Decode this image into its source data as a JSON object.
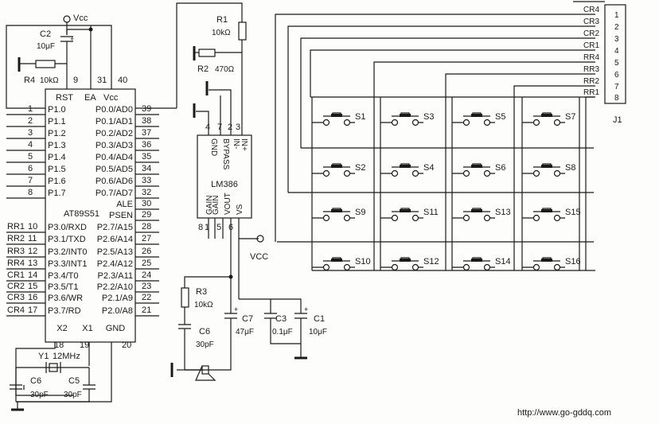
{
  "mcu": {
    "name": "AT89S51",
    "top_pins": [
      {
        "label": "RST",
        "num": "9"
      },
      {
        "label": "EA",
        "num": "31"
      },
      {
        "label": "Vcc",
        "num": "40"
      }
    ],
    "left_pins": [
      {
        "label": "P1.0",
        "num": "1"
      },
      {
        "label": "P1.1",
        "num": "2"
      },
      {
        "label": "P1.2",
        "num": "3"
      },
      {
        "label": "P1.3",
        "num": "4"
      },
      {
        "label": "P1.4",
        "num": "5"
      },
      {
        "label": "P1.5",
        "num": "6"
      },
      {
        "label": "P1.6",
        "num": "7"
      },
      {
        "label": "P1.7",
        "num": "8"
      },
      {
        "label": "P3.0/RXD",
        "num": "10",
        "net": "RR1"
      },
      {
        "label": "P3.1/TXD",
        "num": "11",
        "net": "RR2"
      },
      {
        "label": "P3.2/INT0",
        "num": "12",
        "net": "RR3"
      },
      {
        "label": "P3.3/INT1",
        "num": "13",
        "net": "RR4"
      },
      {
        "label": "P3.4/T0",
        "num": "14",
        "net": "CR1"
      },
      {
        "label": "P3.5/T1",
        "num": "15",
        "net": "CR2"
      },
      {
        "label": "P3.6/WR",
        "num": "16",
        "net": "CR3"
      },
      {
        "label": "P3.7/RD",
        "num": "17",
        "net": "CR4"
      }
    ],
    "right_pins": [
      {
        "label": "P0.0/AD0",
        "num": "39"
      },
      {
        "label": "P0.1/AD1",
        "num": "38"
      },
      {
        "label": "P0.2/AD2",
        "num": "37"
      },
      {
        "label": "P0.3/AD3",
        "num": "36"
      },
      {
        "label": "P0.4/AD4",
        "num": "35"
      },
      {
        "label": "P0.5/AD5",
        "num": "34"
      },
      {
        "label": "P0.6/AD6",
        "num": "33"
      },
      {
        "label": "P0.7/AD7",
        "num": "32"
      },
      {
        "label": "ALE",
        "num": "30"
      },
      {
        "label": "PSEN",
        "num": "29"
      },
      {
        "label": "P2.7/A15",
        "num": "28"
      },
      {
        "label": "P2.6/A14",
        "num": "27"
      },
      {
        "label": "P2.5/A13",
        "num": "26"
      },
      {
        "label": "P2.4/A12",
        "num": "25"
      },
      {
        "label": "P2.3/A11",
        "num": "24"
      },
      {
        "label": "P2.2/A10",
        "num": "23"
      },
      {
        "label": "P2.1/A9",
        "num": "22"
      },
      {
        "label": "P2.0/A8",
        "num": "21"
      }
    ],
    "bottom_pins": [
      {
        "label": "X2",
        "num": "18"
      },
      {
        "label": "X1",
        "num": "19"
      },
      {
        "label": "GND",
        "num": "20"
      }
    ]
  },
  "amp": {
    "name": "LM386",
    "top_pins": [
      {
        "label": "GND",
        "num": "4"
      },
      {
        "label": "BYPASS",
        "num": "7"
      },
      {
        "label": "IN-",
        "num": "2"
      },
      {
        "label": "IN+",
        "num": "3"
      }
    ],
    "bottom_pins": [
      {
        "label": "GAIN",
        "num": "8"
      },
      {
        "label": "GAIN",
        "num": "1"
      },
      {
        "label": "VOUT",
        "num": "5"
      },
      {
        "label": "VS",
        "num": "6"
      }
    ]
  },
  "labels": {
    "vcc_top": "Vcc",
    "vcc_amp": "VCC",
    "c2": "C2",
    "c2_val": "10μF",
    "r4": "R4",
    "r4_val": "10kΩ",
    "r1": "R1",
    "r1_val": "10kΩ",
    "r2": "R2",
    "r2_val": "470Ω",
    "r3": "R3",
    "r3_val": "10kΩ",
    "c6a": "C6",
    "c6a_val": "30pF",
    "c7": "C7",
    "c7_val": "47μF",
    "c3": "C3",
    "c3_val": "0.1μF",
    "c1": "C1",
    "c1_val": "10μF",
    "y1": "Y1",
    "y1_val": "12MHz",
    "c6b": "C6",
    "c6b_val": "30pF",
    "c5": "C5",
    "c5_val": "30pF",
    "j1": "J1",
    "plus": "+",
    "watermark": "http://www.go-gddq.com"
  },
  "connector": {
    "nets": [
      "CR4",
      "CR3",
      "CR2",
      "CR1",
      "RR4",
      "RR3",
      "RR2",
      "RR1"
    ],
    "pins": [
      "1",
      "2",
      "3",
      "4",
      "5",
      "6",
      "7",
      "8"
    ]
  },
  "switches": [
    [
      "S1",
      "S3",
      "S5",
      "S7"
    ],
    [
      "S2",
      "S4",
      "S6",
      "S8"
    ],
    [
      "S9",
      "S11",
      "S13",
      "S15"
    ],
    [
      "S10",
      "S12",
      "S14",
      "S16"
    ]
  ]
}
